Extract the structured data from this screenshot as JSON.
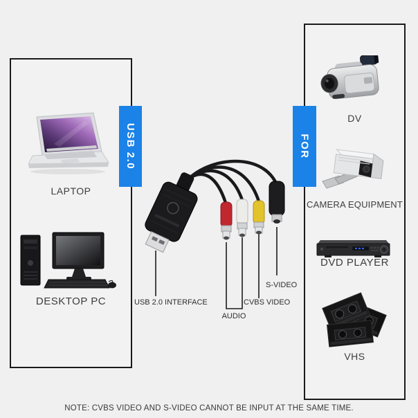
{
  "colors": {
    "background": "#f0f0f1",
    "banner_blue": "#1b82e8",
    "box_border": "#1a1a1a",
    "label_text": "#3d3d3d",
    "rca_red": "#c0272e",
    "rca_white": "#ecece8",
    "rca_yellow": "#e2c32b",
    "cable_black": "#1a1a1c"
  },
  "left_panel": {
    "banner_label": "USB 2.0",
    "devices": [
      {
        "name": "laptop",
        "label": "LAPTOP"
      },
      {
        "name": "desktop-pc",
        "label": "DESKTOP PC"
      }
    ]
  },
  "right_panel": {
    "banner_label": "FOR",
    "devices": [
      {
        "name": "dv-camcorder",
        "label": "DV"
      },
      {
        "name": "camera-equipment",
        "label": "CAMERA EQUIPMENT"
      },
      {
        "name": "dvd-player",
        "label": "DVD PLAYER"
      },
      {
        "name": "vhs-tapes",
        "label": "VHS"
      }
    ]
  },
  "adapter": {
    "labels": {
      "usb_interface": "USB 2.0 INTERFACE",
      "audio": "AUDIO",
      "cvbs_video": "CVBS VIDEO",
      "s_video": "S-VIDEO"
    }
  },
  "note": "NOTE: CVBS VIDEO AND S-VIDEO CANNOT BE INPUT AT THE SAME TIME."
}
